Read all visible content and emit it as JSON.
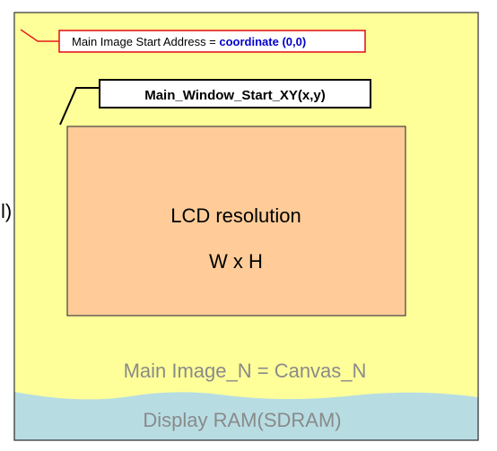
{
  "main_image_start": {
    "prefix": "Main Image Start Address = ",
    "value": "coordinate (0,0)"
  },
  "window_start_label": "Main_Window_Start_XY(x,y)",
  "lcd": {
    "line1": "LCD resolution",
    "line2": "W x H"
  },
  "canvas_label": "Main Image_N = Canvas_N",
  "display_ram_label": "Display RAM(SDRAM)",
  "left_edge_fragment": "l)",
  "colors": {
    "canvas_fill": "#ffff99",
    "ram_fill": "#b7dde3",
    "lcd_fill": "#ffcc99",
    "callout_border_red": "#e31b1b",
    "coordinate_blue": "#0000cc",
    "faded_text": "#8a8a8a"
  }
}
